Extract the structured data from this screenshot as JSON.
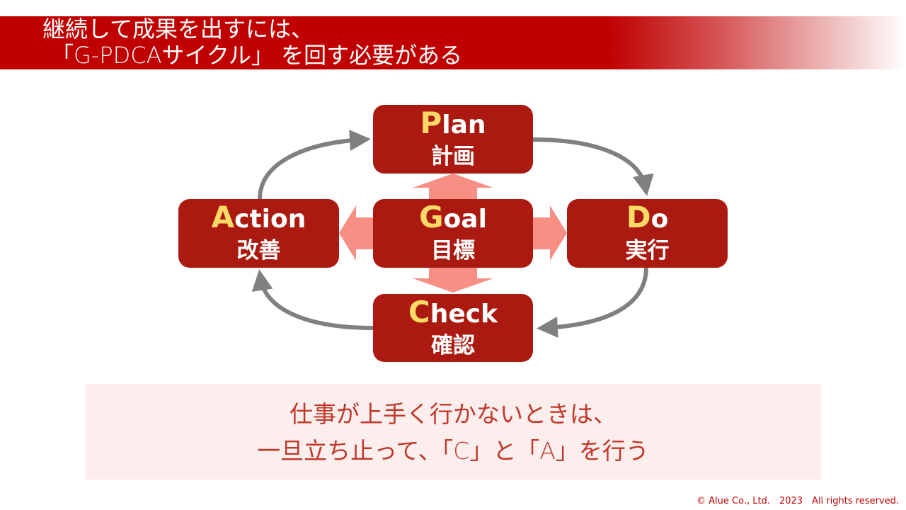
{
  "title": {
    "line1": "継続して成果を出すには、",
    "line2": "「G-PDCAサイクル」 を回す必要がある"
  },
  "cycle": {
    "plan": {
      "first": "P",
      "rest": "lan",
      "jp": "計画"
    },
    "goal": {
      "first": "G",
      "rest": "oal",
      "jp": "目標"
    },
    "action": {
      "first": "A",
      "rest": "ction",
      "jp": "改善"
    },
    "do": {
      "first": "D",
      "rest": "o",
      "jp": "実行"
    },
    "check": {
      "first": "C",
      "rest": "heck",
      "jp": "確認"
    }
  },
  "note": {
    "line1": "仕事が上手く行かないときは、",
    "line2": "一旦立ち止って、「C」と「A」を行う"
  },
  "footer": {
    "copyright": "© Alue Co., Ltd.　2023　All rights reserved."
  },
  "colors": {
    "box": "#ab1a10",
    "accent": "#ffd966",
    "arrow": "#f78f85",
    "cycle_arrow": "#808080"
  }
}
